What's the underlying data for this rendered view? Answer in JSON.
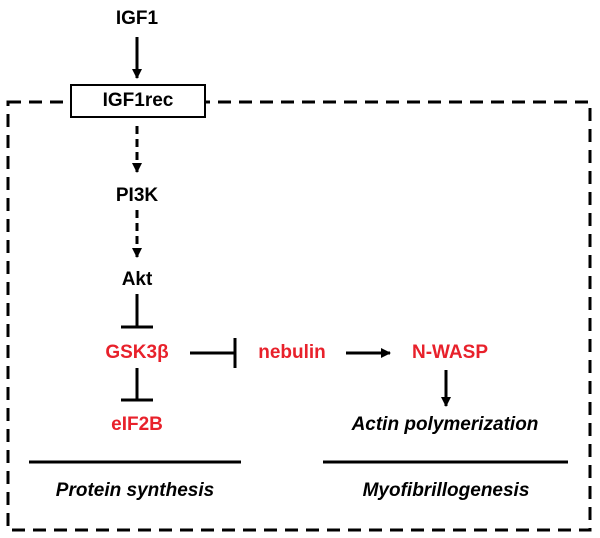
{
  "nodes": {
    "igf1": "IGF1",
    "igf1rec": "IGF1rec",
    "pi3k": "PI3K",
    "akt": "Akt",
    "gsk3b": "GSK3β",
    "eif2b": "eIF2B",
    "nebulin": "nebulin",
    "nwasp": "N-WASP",
    "actin": "Actin polymerization"
  },
  "processes": {
    "protein_synthesis": "Protein synthesis",
    "myofibrillogenesis": "Myofibrillogenesis"
  },
  "colors": {
    "highlight": "#e8212b",
    "default": "#000000"
  }
}
